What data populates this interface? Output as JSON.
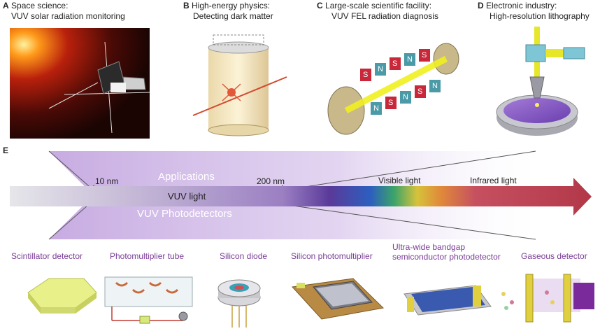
{
  "panels": [
    {
      "letter": "A",
      "line1": "Space science:",
      "line2": "VUV solar radiation monitoring"
    },
    {
      "letter": "B",
      "line1": "High-energy physics:",
      "line2": "Detecting dark matter"
    },
    {
      "letter": "C",
      "line1": "Large-scale scientific facility:",
      "line2": "VUV FEL radiation diagnosis"
    },
    {
      "letter": "D",
      "line1": "Electronic industry:",
      "line2": "High-resolution lithography"
    }
  ],
  "panel_e": {
    "letter": "E",
    "label_10nm": "10 nm",
    "label_200nm": "200 nm",
    "applications": "Applications",
    "vuv_light": "VUV light",
    "vuv_photodetectors": "VUV Photodetectors",
    "visible_light": "Visible light",
    "infrared_light": "Infrared light"
  },
  "magnet_letters": [
    "S",
    "N"
  ],
  "detectors": [
    {
      "line1": "Scintillator detector",
      "line2": ""
    },
    {
      "line1": "Photomultiplier tube",
      "line2": ""
    },
    {
      "line1": "Silicon diode",
      "line2": ""
    },
    {
      "line1": "Silicon photomultiplier",
      "line2": ""
    },
    {
      "line1": "Ultra-wide bandgap",
      "line2": "semiconductor photodetector"
    },
    {
      "line1": "Gaseous detector",
      "line2": ""
    }
  ],
  "colors": {
    "label_purple": "#7a3d96",
    "fan_purple": "#c7aee0",
    "arrow_red": "#b83a4a",
    "magnet_red": "#c8283a",
    "magnet_teal": "#4a9aa8"
  }
}
